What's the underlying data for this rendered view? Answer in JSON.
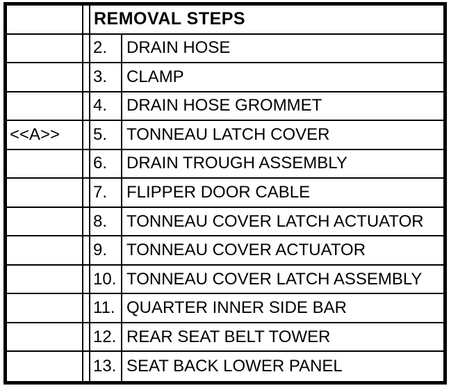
{
  "page": {
    "background_color": "#ffffff",
    "line_color": "#000000"
  },
  "table": {
    "title": "REMOVAL STEPS",
    "rows": [
      {
        "label": "",
        "num": "2.",
        "text": "DRAIN HOSE"
      },
      {
        "label": "",
        "num": "3.",
        "text": "CLAMP"
      },
      {
        "label": "",
        "num": "4.",
        "text": "DRAIN HOSE GROMMET"
      },
      {
        "label": "<<A>>",
        "num": "5.",
        "text": "TONNEAU LATCH COVER"
      },
      {
        "label": "",
        "num": "6.",
        "text": "DRAIN TROUGH ASSEMBLY"
      },
      {
        "label": "",
        "num": "7.",
        "text": "FLIPPER DOOR CABLE"
      },
      {
        "label": "",
        "num": "8.",
        "text": "TONNEAU COVER LATCH ACTUATOR"
      },
      {
        "label": "",
        "num": "9.",
        "text": "TONNEAU COVER ACTUATOR"
      },
      {
        "label": "",
        "num": "10.",
        "text": "TONNEAU COVER LATCH ASSEMBLY"
      },
      {
        "label": "",
        "num": "11.",
        "text": "QUARTER INNER SIDE BAR"
      },
      {
        "label": "",
        "num": "12.",
        "text": "REAR SEAT BELT TOWER"
      },
      {
        "label": "",
        "num": "13.",
        "text": "SEAT BACK LOWER PANEL"
      }
    ]
  }
}
